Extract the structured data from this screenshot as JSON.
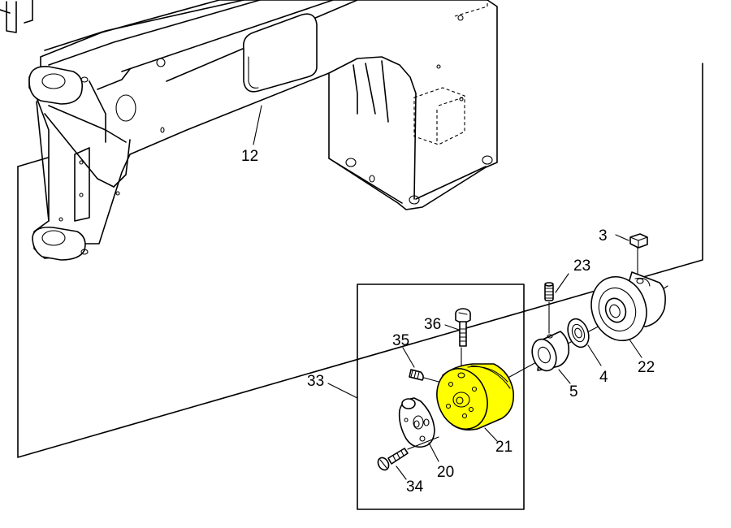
{
  "callouts": {
    "c12": "12",
    "c3": "3",
    "c23": "23",
    "c22": "22",
    "c4": "4",
    "c5": "5",
    "c21": "21",
    "c36": "36",
    "c35": "35",
    "c33": "33",
    "c20": "20",
    "c34": "34"
  },
  "colors": {
    "highlight": "#ffff00",
    "line": "#000000",
    "background": "#ffffff"
  }
}
